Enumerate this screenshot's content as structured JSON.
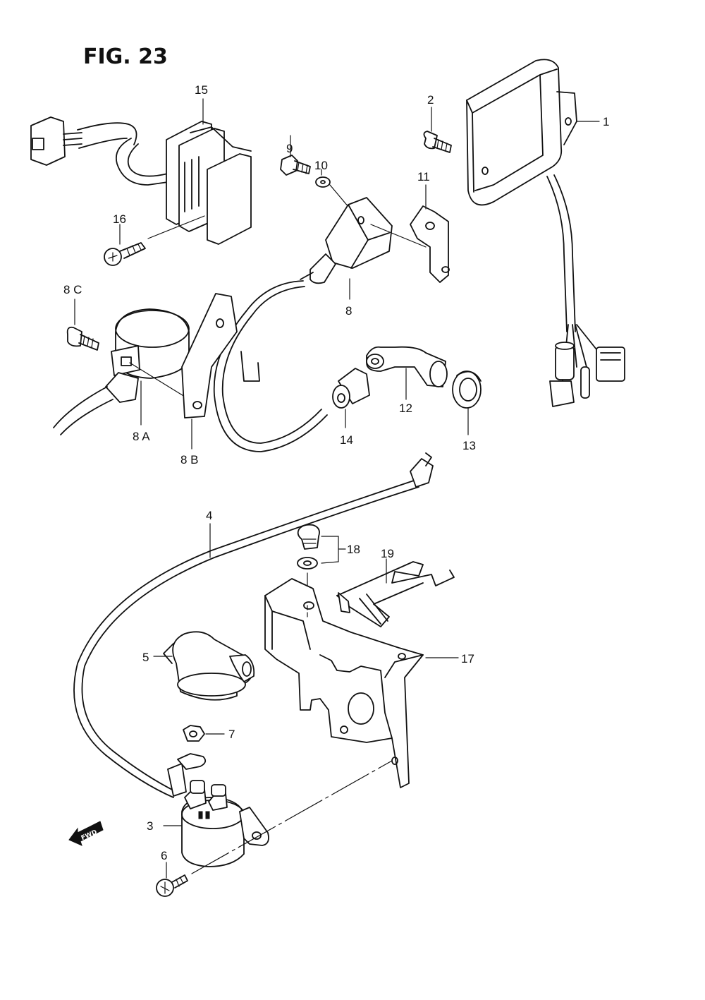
{
  "figure_title": "FIG. 23",
  "fwd_marker": "FWD",
  "callouts": {
    "c1": "1",
    "c2": "2",
    "c3": "3",
    "c4": "4",
    "c5": "5",
    "c6": "6",
    "c7": "7",
    "c8": "8",
    "c8a": "8 A",
    "c8b": "8 B",
    "c8c": "8 C",
    "c9": "9",
    "c10": "10",
    "c11": "11",
    "c12": "12",
    "c13": "13",
    "c14": "14",
    "c15": "15",
    "c16": "16",
    "c17": "17",
    "c18": "18",
    "c19": "19"
  }
}
